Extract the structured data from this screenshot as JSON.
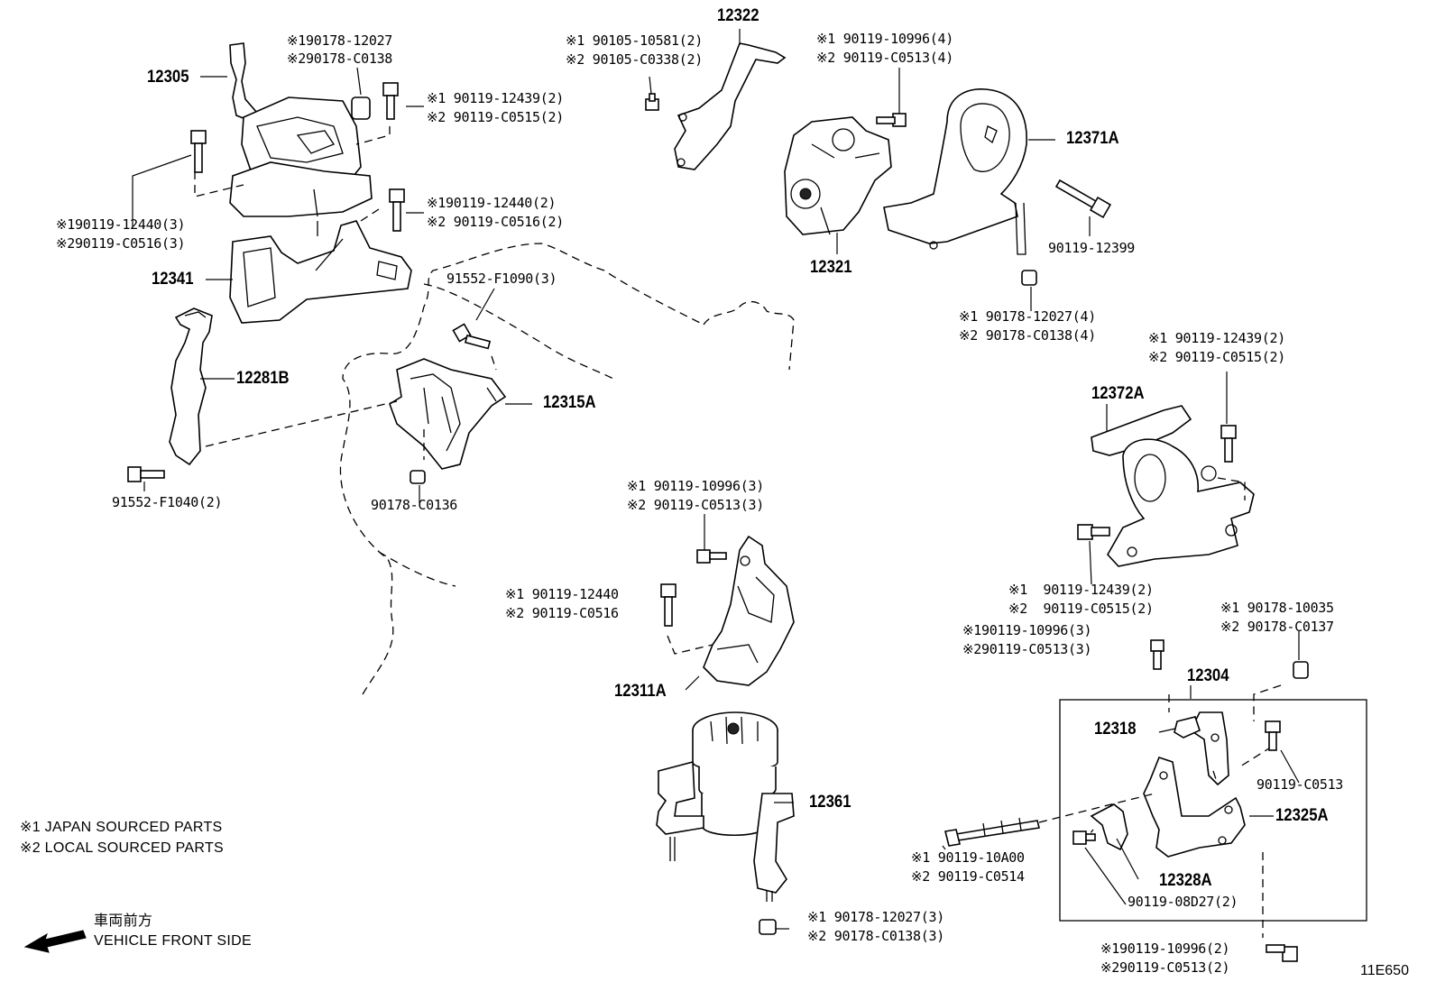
{
  "parts": {
    "p12305": "12305",
    "p12341": "12341",
    "p12281b": "12281B",
    "p12315a": "12315A",
    "p12322": "12322",
    "p12321": "12321",
    "p12371a": "12371A",
    "p12372a": "12372A",
    "p12311a": "12311A",
    "p12361": "12361",
    "p12304": "12304",
    "p12318": "12318",
    "p12325a": "12325A",
    "p12328a": "12328A"
  },
  "callouts": {
    "c1_a": "※190178-12027",
    "c1_b": "※290178-C0138",
    "c2_a": "※1 90119-12439(2)",
    "c2_b": "※2 90119-C0515(2)",
    "c3_a": "※190119-12440(3)",
    "c3_b": "※290119-C0516(3)",
    "c4_a": "※190119-12440(2)",
    "c4_b": "※2 90119-C0516(2)",
    "c5": "91552-F1090(3)",
    "c6": "91552-F1040(2)",
    "c7": "90178-C0136",
    "c8_a": "※1 90105-10581(2)",
    "c8_b": "※2 90105-C0338(2)",
    "c9_a": "※1 90119-10996(4)",
    "c9_b": "※2 90119-C0513(4)",
    "c10": "90119-12399",
    "c11_a": "※1 90178-12027(4)",
    "c11_b": "※2 90178-C0138(4)",
    "c12_a": "※1 90119-12439(2)",
    "c12_b": "※2 90119-C0515(2)",
    "c13_a": "※1 90119-10996(3)",
    "c13_b": "※2 90119-C0513(3)",
    "c14_a": "※1 90119-12440",
    "c14_b": "※2 90119-C0516",
    "c15_a": "※1  90119-12439(2)",
    "c15_b": "※2  90119-C0515(2)",
    "c16_a": "※190119-10996(3)",
    "c16_b": "※290119-C0513(3)",
    "c17_a": "※1 90178-10035",
    "c17_b": "※2 90178-C0137",
    "c18": "90119-C0513",
    "c19_a": "※1 90119-10A00",
    "c19_b": "※2 90119-C0514",
    "c20": "90119-08D27(2)",
    "c21_a": "※1 90178-12027(3)",
    "c21_b": "※2 90178-C0138(3)",
    "c22_a": "※190119-10996(2)",
    "c22_b": "※290119-C0513(2)"
  },
  "legend": {
    "line1": "※1 JAPAN SOURCED PARTS",
    "line2": "※2 LOCAL SOURCED PARTS",
    "direction_jp": "車両前方",
    "direction_en": "VEHICLE FRONT SIDE"
  },
  "illustration_code": "11E650",
  "icons": [
    "direction-arrow-icon"
  ]
}
